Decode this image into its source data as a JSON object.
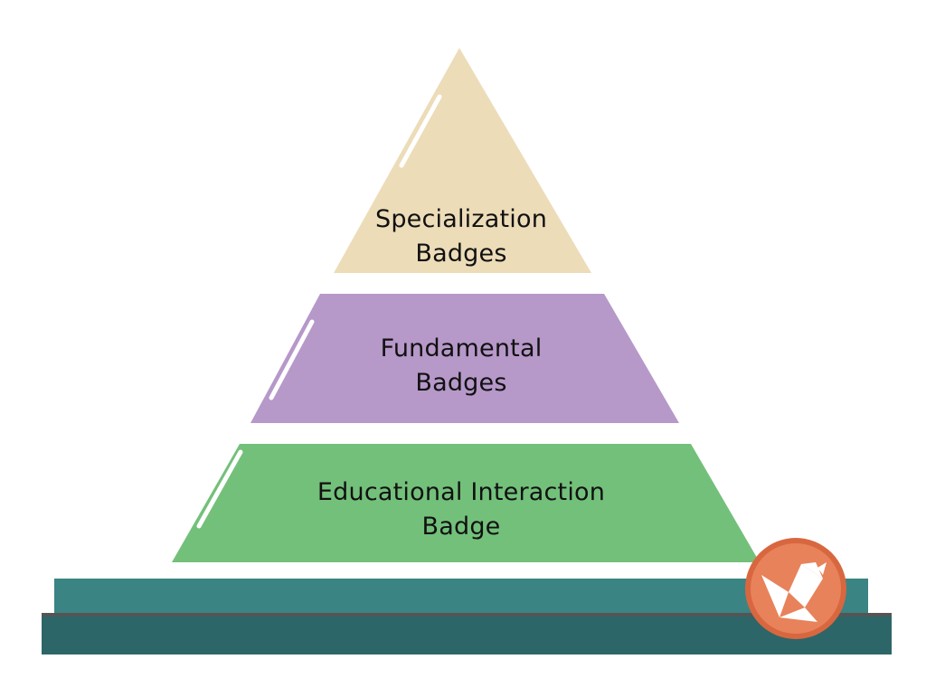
{
  "pyramid": {
    "tiers": [
      {
        "id": "specialization",
        "lines": [
          "Specialization",
          "Badges"
        ],
        "color": "#ecdcb8"
      },
      {
        "id": "fundamental",
        "lines": [
          "Fundamental",
          "Badges"
        ],
        "color": "#b698c9"
      },
      {
        "id": "educational-interaction",
        "lines": [
          "Educational Interaction",
          "Badge"
        ],
        "color": "#73c07b"
      }
    ],
    "base_colors": {
      "upper": "#3a8484",
      "lower": "#2c6668",
      "seam": "#555555"
    },
    "highlight_color": "#ffffff"
  },
  "logo": {
    "icon": "origami-bird-icon",
    "circle_color": "#e8825a",
    "ring_color": "#d8673f"
  }
}
